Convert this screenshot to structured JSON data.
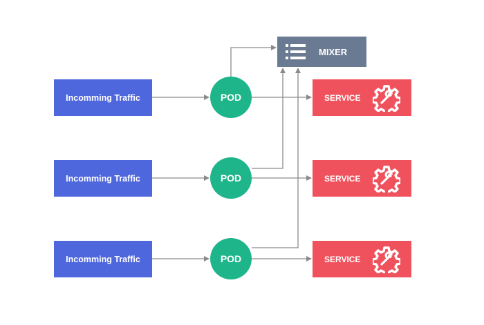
{
  "mixer": {
    "label": "MIXER",
    "icon": "list-icon",
    "color": "#6a7a93"
  },
  "rows": [
    {
      "traffic_label": "Incomming Traffic",
      "pod_label": "POD",
      "service_label": "SERVICE",
      "service_icon": "gear-wrench-icon"
    },
    {
      "traffic_label": "Incomming Traffic",
      "pod_label": "POD",
      "service_label": "SERVICE",
      "service_icon": "gear-wrench-icon"
    },
    {
      "traffic_label": "Incomming Traffic",
      "pod_label": "POD",
      "service_label": "SERVICE",
      "service_icon": "gear-wrench-icon"
    }
  ],
  "colors": {
    "traffic": "#4f67dd",
    "pod": "#1fb58a",
    "service": "#f0525d",
    "mixer": "#6a7a93",
    "arrow": "#8a8a8a"
  }
}
